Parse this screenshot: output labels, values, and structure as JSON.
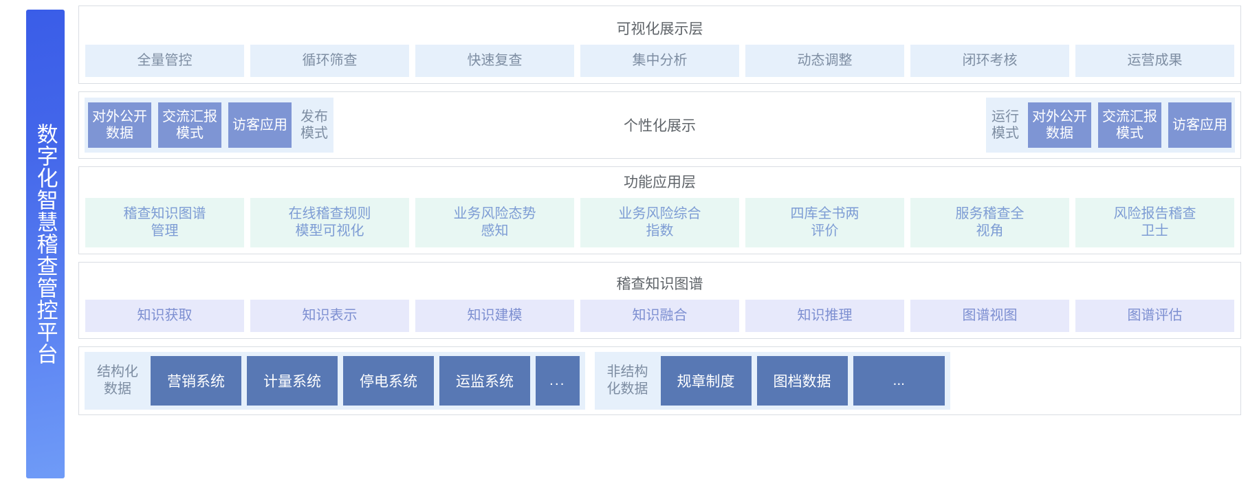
{
  "banner": {
    "title": "数字化智慧稽查管控平台"
  },
  "layers": [
    {
      "id": "visualization",
      "title": "可视化展示层",
      "chips": [
        "全量管控",
        "循环筛查",
        "快速复查",
        "集中分析",
        "动态调整",
        "闭环考核",
        "运营成果"
      ]
    },
    {
      "id": "modes",
      "center_label": "个性化展示",
      "left_group": {
        "filled": [
          "对外公开\n数据",
          "交流汇报\n模式",
          "访客应用"
        ],
        "plain": [
          "发布\n模式"
        ]
      },
      "right_group": {
        "plain": [
          "运行\n模式"
        ],
        "filled": [
          "对外公开\n数据",
          "交流汇报\n模式",
          "访客应用"
        ]
      }
    },
    {
      "id": "function",
      "title": "功能应用层",
      "chips": [
        "稽查知识图谱\n管理",
        "在线稽查规则\n模型可视化",
        "业务风险态势\n感知",
        "业务风险综合\n指数",
        "四库全书两\n评价",
        "服务稽查全\n视角",
        "风险报告稽查\n卫士"
      ]
    },
    {
      "id": "knowledge-graph",
      "title": "稽查知识图谱",
      "chips": [
        "知识获取",
        "知识表示",
        "知识建模",
        "知识融合",
        "知识推理",
        "图谱视图",
        "图谱评估"
      ]
    },
    {
      "id": "data-sources",
      "structured": {
        "label": "结构化\n数据",
        "items": [
          "营销系统",
          "计量系统",
          "停电系统",
          "运监系统",
          "..."
        ]
      },
      "unstructured": {
        "label": "非结构\n化数据",
        "items": [
          "规章制度",
          "图档数据",
          "..."
        ]
      }
    }
  ],
  "colors": {
    "banner_start": "#3a5de8",
    "banner_end": "#6f9bf7",
    "chip_viz": "#e6f0fb",
    "chip_func": "#e8f7f3",
    "chip_graph": "#e7e9fb",
    "chip_mode_filled": "#7e95d4",
    "chip_data_filled": "#5878b4",
    "border": "#d9dde3",
    "title_text": "#5f6469"
  }
}
